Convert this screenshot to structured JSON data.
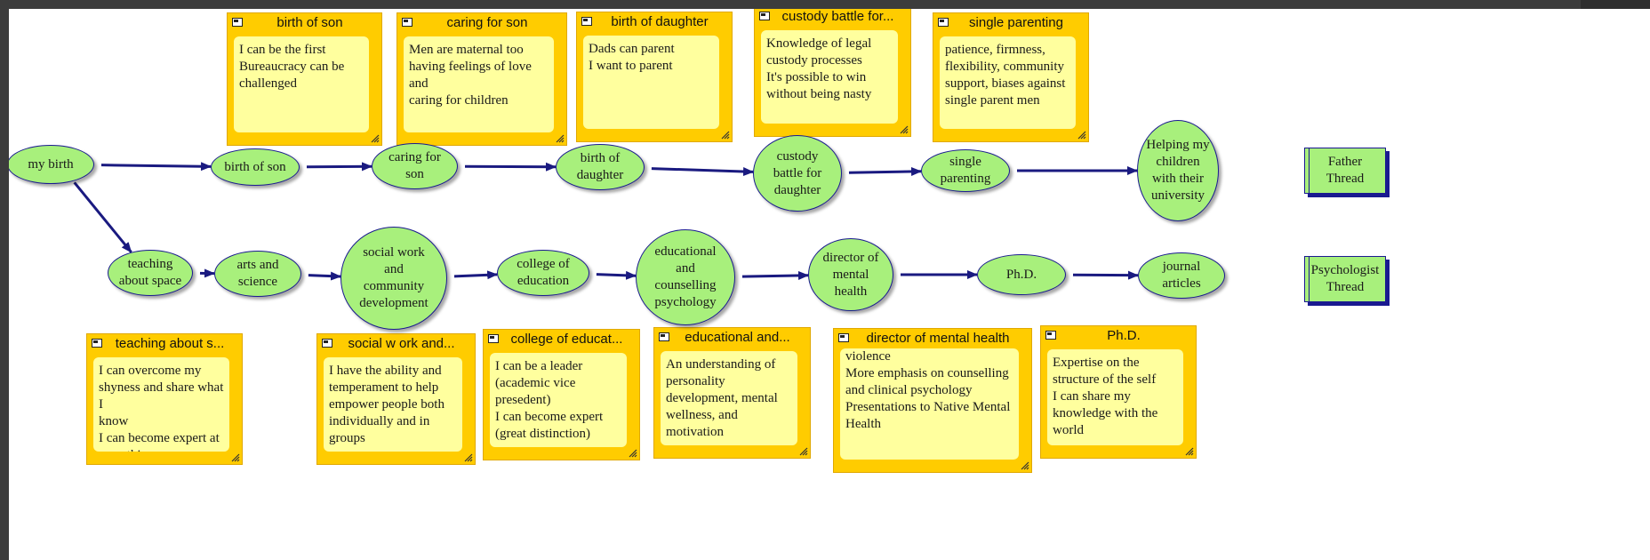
{
  "nodes": [
    {
      "id": "my-birth",
      "text": "my birth"
    },
    {
      "id": "birth-of-son",
      "text": "birth of son"
    },
    {
      "id": "caring-for-son",
      "text": "caring for\nson"
    },
    {
      "id": "birth-of-daughter",
      "text": "birth of\ndaughter"
    },
    {
      "id": "custody-battle",
      "text": "custody\nbattle for\ndaughter"
    },
    {
      "id": "single-parenting",
      "text": "single\nparenting"
    },
    {
      "id": "helping-children",
      "text": "Helping my\nchildren\nwith their\nuniversity"
    },
    {
      "id": "teaching-space",
      "text": "teaching\nabout space"
    },
    {
      "id": "arts-science",
      "text": "arts and\nscience"
    },
    {
      "id": "social-work",
      "text": "social work\nand\ncommunity\ndevelopment"
    },
    {
      "id": "college-education",
      "text": "college of\neducation"
    },
    {
      "id": "educational-counselling",
      "text": "educational\nand\ncounselling\npsychology"
    },
    {
      "id": "director-mental-health",
      "text": "director of\nmental\nhealth"
    },
    {
      "id": "phd",
      "text": "Ph.D."
    },
    {
      "id": "journal-articles",
      "text": "journal\narticles"
    }
  ],
  "notes": [
    {
      "id": "birth-of-son",
      "title": "birth of son",
      "body": "I can be the first\nBureaucracy can be\nchallenged"
    },
    {
      "id": "caring-for-son",
      "title": "caring for son",
      "body": "Men are maternal too\nhaving feelings of love and\ncaring for children"
    },
    {
      "id": "birth-of-daughter",
      "title": "birth of daughter",
      "body": "Dads can parent\nI want to parent"
    },
    {
      "id": "custody-battle",
      "title": "custody battle for...",
      "body": "Knowledge of legal\ncustody processes\nIt's possible to win\nwithout being nasty"
    },
    {
      "id": "single-parenting",
      "title": "single parenting",
      "body": "patience, firmness,\nflexibility, community\nsupport, biases against\nsingle parent men"
    },
    {
      "id": "teaching-space",
      "title": "teaching about s...",
      "body": "I can overcome my\nshyness and share what I\nknow\nI can become expert at\nsomething"
    },
    {
      "id": "social-work",
      "title": "social w ork and...",
      "body": "I have the ability and\ntemperament to help\nempower people both\nindividually and in\ngroups"
    },
    {
      "id": "college-education",
      "title": "college of educat...",
      "body": "I can be a leader\n(academic vice\npresedent)\nI can become expert\n(great distinction)"
    },
    {
      "id": "educational-counselling",
      "title": "educational and...",
      "body": "An understanding of\npersonality\ndevelopment, mental\nwellness, and motivation"
    },
    {
      "id": "director-mental-health",
      "title": "director of mental health",
      "body": "violence\nMore emphasis on counselling\nand clinical psychology\nPresentations to Native Mental\nHealth"
    },
    {
      "id": "phd",
      "title": "Ph.D.",
      "body": "Expertise on the\nstructure of the self\nI can share my\nknowledge with the\nworld"
    }
  ],
  "threads": [
    {
      "id": "father",
      "text": "Father\nThread"
    },
    {
      "id": "psychologist",
      "text": "Psychologist\nThread"
    }
  ],
  "edges": [
    [
      "my-birth",
      "birth-of-son"
    ],
    [
      "birth-of-son",
      "caring-for-son"
    ],
    [
      "caring-for-son",
      "birth-of-daughter"
    ],
    [
      "birth-of-daughter",
      "custody-battle"
    ],
    [
      "custody-battle",
      "single-parenting"
    ],
    [
      "single-parenting",
      "helping-children"
    ],
    [
      "my-birth",
      "teaching-space"
    ],
    [
      "teaching-space",
      "arts-science"
    ],
    [
      "arts-science",
      "social-work"
    ],
    [
      "social-work",
      "college-education"
    ],
    [
      "college-education",
      "educational-counselling"
    ],
    [
      "educational-counselling",
      "director-mental-health"
    ],
    [
      "director-mental-health",
      "phd"
    ],
    [
      "phd",
      "journal-articles"
    ]
  ],
  "colors": {
    "node_fill": "#a8f07c",
    "node_border": "#1a1a90",
    "note_frame": "#ffcc00",
    "note_body": "#ffff9e",
    "arrow": "#1a1a80"
  }
}
